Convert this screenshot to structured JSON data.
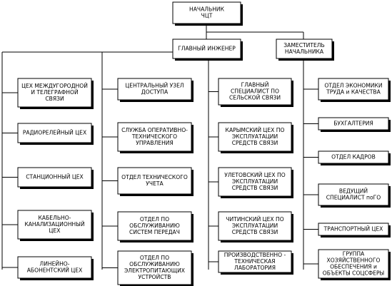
{
  "org_chart": {
    "head": {
      "lines": [
        "НАЧАЛЬНИК",
        "ЧЦТ"
      ]
    },
    "chief_engineer": {
      "lines": [
        "ГЛАВНЫЙ ИНЖЕНЕР"
      ]
    },
    "deputy": {
      "lines": [
        "ЗАМЕСТИТЕЛЬ",
        "НАЧАЛЬНИКА"
      ]
    },
    "column1": [
      {
        "lines": [
          "ЦЕХ МЕЖДУГОРОДНОЙ",
          "И ТЕЛЕГРАФНОЙ",
          "СВЯЗИ"
        ]
      },
      {
        "lines": [
          "РАДИОРЕЛЕЙНЫЙ ЦЕХ"
        ]
      },
      {
        "lines": [
          "СТАНЦИОННЫЙ ЦЕХ"
        ]
      },
      {
        "lines": [
          "КАБЕЛЬНО-",
          "КАНАЛИЗАЦИОННЫЙ",
          "ЦЕХ"
        ]
      },
      {
        "lines": [
          "ЛИНЕЙНО-",
          "АБОНЕНТСКИЙ ЦЕХ"
        ]
      }
    ],
    "column2": [
      {
        "lines": [
          "ЦЕНТРАЛЬНЫЙ УЗЕЛ",
          "ДОСТУПА"
        ]
      },
      {
        "lines": [
          "СЛУЖБА ОПЕРАТИВНО-",
          "ТЕХНИЧЕСКОГО",
          "УПРАВЛЕНИЯ"
        ]
      },
      {
        "lines": [
          "ОТДЕЛ ТЕХНИЧЕСКОГО",
          "УЧЕТА"
        ]
      },
      {
        "lines": [
          "ОТДЕЛ ПО",
          "ОБСЛУЖИВАНИЮ",
          "СИСТЕМ ПЕРЕДАЧ"
        ]
      },
      {
        "lines": [
          "ОТДЕЛ ПО",
          "ОБСЛУЖИВАНИЮ",
          "ЭЛЕКТРОПИТАЮЩИХ",
          "УСТРОЙСТВ"
        ]
      }
    ],
    "column3": [
      {
        "lines": [
          "ГЛАВНЫЙ",
          "СПЕЦИАЛИСТ ПО",
          "СЕЛЬСКОЙ СВЯЗИ"
        ]
      },
      {
        "lines": [
          "КАРЫМСКИЙ ЦЕХ ПО",
          "ЭКСПЛУАТАЦИИ",
          "СРЕДСТВ СВЯЗИ"
        ]
      },
      {
        "lines": [
          "УЛЕТОВСКИЙ ЦЕХ ПО",
          "ЭКСПЛУАТАЦИИ",
          "СРЕДСТВ СВЯЗИ"
        ]
      },
      {
        "lines": [
          "ЧИТИНСКИЙ ЦЕХ ПО",
          "ЭКСПЛУАТАЦИИ",
          "СРЕДСТВ СВЯЗИ"
        ]
      },
      {
        "lines": [
          "ПРОИЗВОДСТВЕННО -",
          "ТЕХНИЧЕСКАЯ",
          "ЛАБОРАТОРИЯ"
        ]
      }
    ],
    "column4": [
      {
        "lines": [
          "ОТДЕЛ ЭКОНОМИКИ",
          "ТРУДА и КАЧЕСТВА"
        ]
      },
      {
        "lines": [
          "БУХГАЛТЕРИЯ"
        ]
      },
      {
        "lines": [
          "ОТДЕЛ КАДРОВ"
        ]
      },
      {
        "lines": [
          "ВЕДУЩИЙ",
          "СПЕЦИАЛИСТ поГО"
        ]
      },
      {
        "lines": [
          "ТРАНСПОРТНЫЙ ЦЕХ"
        ]
      },
      {
        "lines": [
          "ГРУППА",
          "ХОЗЯЙСТВЕННОГО",
          "ОБЕСПЕЧЕНИЯ и",
          "ОБЪЕКТЫ СОЦСФЕРЫ"
        ]
      }
    ]
  }
}
